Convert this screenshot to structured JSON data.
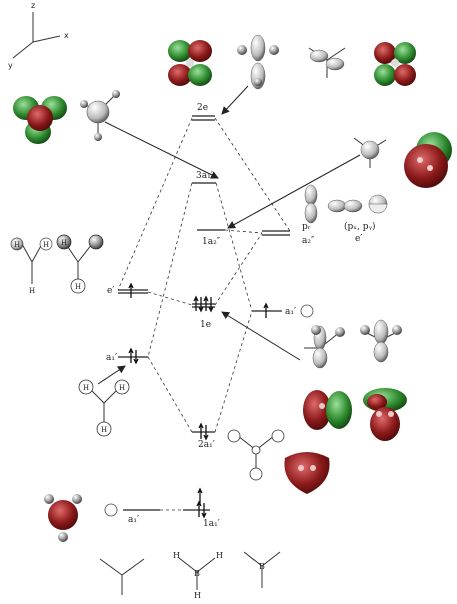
{
  "axes": {
    "z": "z",
    "x": "x",
    "y": "y"
  },
  "level_labels": {
    "e2": "2e",
    "a3": "3a₁′",
    "a2pp": "1a₂″",
    "e1": "1e",
    "a2": "2a₁′",
    "a1": "1a₁′"
  },
  "fragment_labels": {
    "pz": "pᵣ",
    "a2pp_frag": "a₂″",
    "pxpy": "(pₓ, pᵧ)",
    "eprime_right": "e′",
    "a1p_right": "a₁′",
    "eprime_left": "e′",
    "a1p_left": "a₁′",
    "a1p_bottom": "a₁′"
  },
  "atom_labels": {
    "h_left1": "H",
    "h_left2": "H",
    "h_left3": "H",
    "h_left4": "H",
    "h_left5": "H",
    "h_mid1": "H",
    "h_mid2": "H",
    "h_mid3": "H",
    "h_bh1": "H",
    "h_bh2": "H",
    "h_bh3": "H",
    "b_bh": "B",
    "b_b": "B"
  },
  "colors": {
    "positive_lobe": "#8b1a1a",
    "negative_lobe": "#2e8b2e",
    "line": "#222222"
  },
  "icons": [
    "coordinate-axes-icon",
    "orbital-lobe-icon",
    "molecule-icon",
    "arrow-icon"
  ]
}
